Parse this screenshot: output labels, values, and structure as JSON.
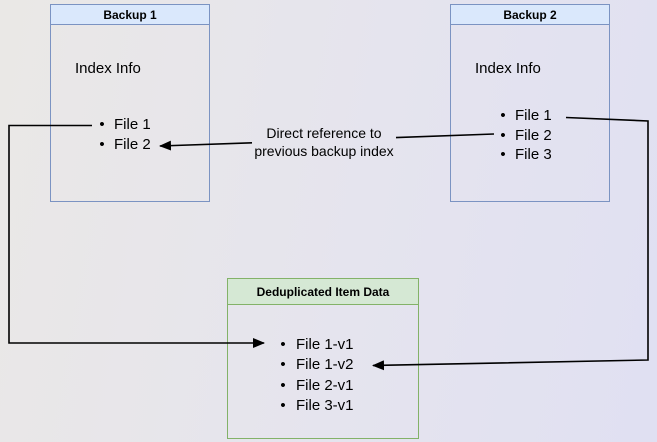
{
  "diagram": {
    "backup1": {
      "title": "Backup 1",
      "header": "Index Info",
      "items": [
        "File 1",
        "File 2"
      ]
    },
    "backup2": {
      "title": "Backup 2",
      "header": "Index Info",
      "items": [
        "File 1",
        "File 2",
        "File 3"
      ]
    },
    "dedup": {
      "title": "Deduplicated Item Data",
      "items": [
        "File 1-v1",
        "File 1-v2",
        "File 2-v1",
        "File 3-v1"
      ]
    },
    "annotation": {
      "line1": "Direct reference to",
      "line2": "previous backup index"
    },
    "bullet": "•",
    "colors": {
      "blue_title_fill": "#dae8fc",
      "blue_border": "#7b93c2",
      "green_title_fill": "#d5e8d4",
      "green_border": "#83b268",
      "arrow": "#000000",
      "background_left": "#eae8e6",
      "background_right": "#e0e0f2"
    }
  }
}
